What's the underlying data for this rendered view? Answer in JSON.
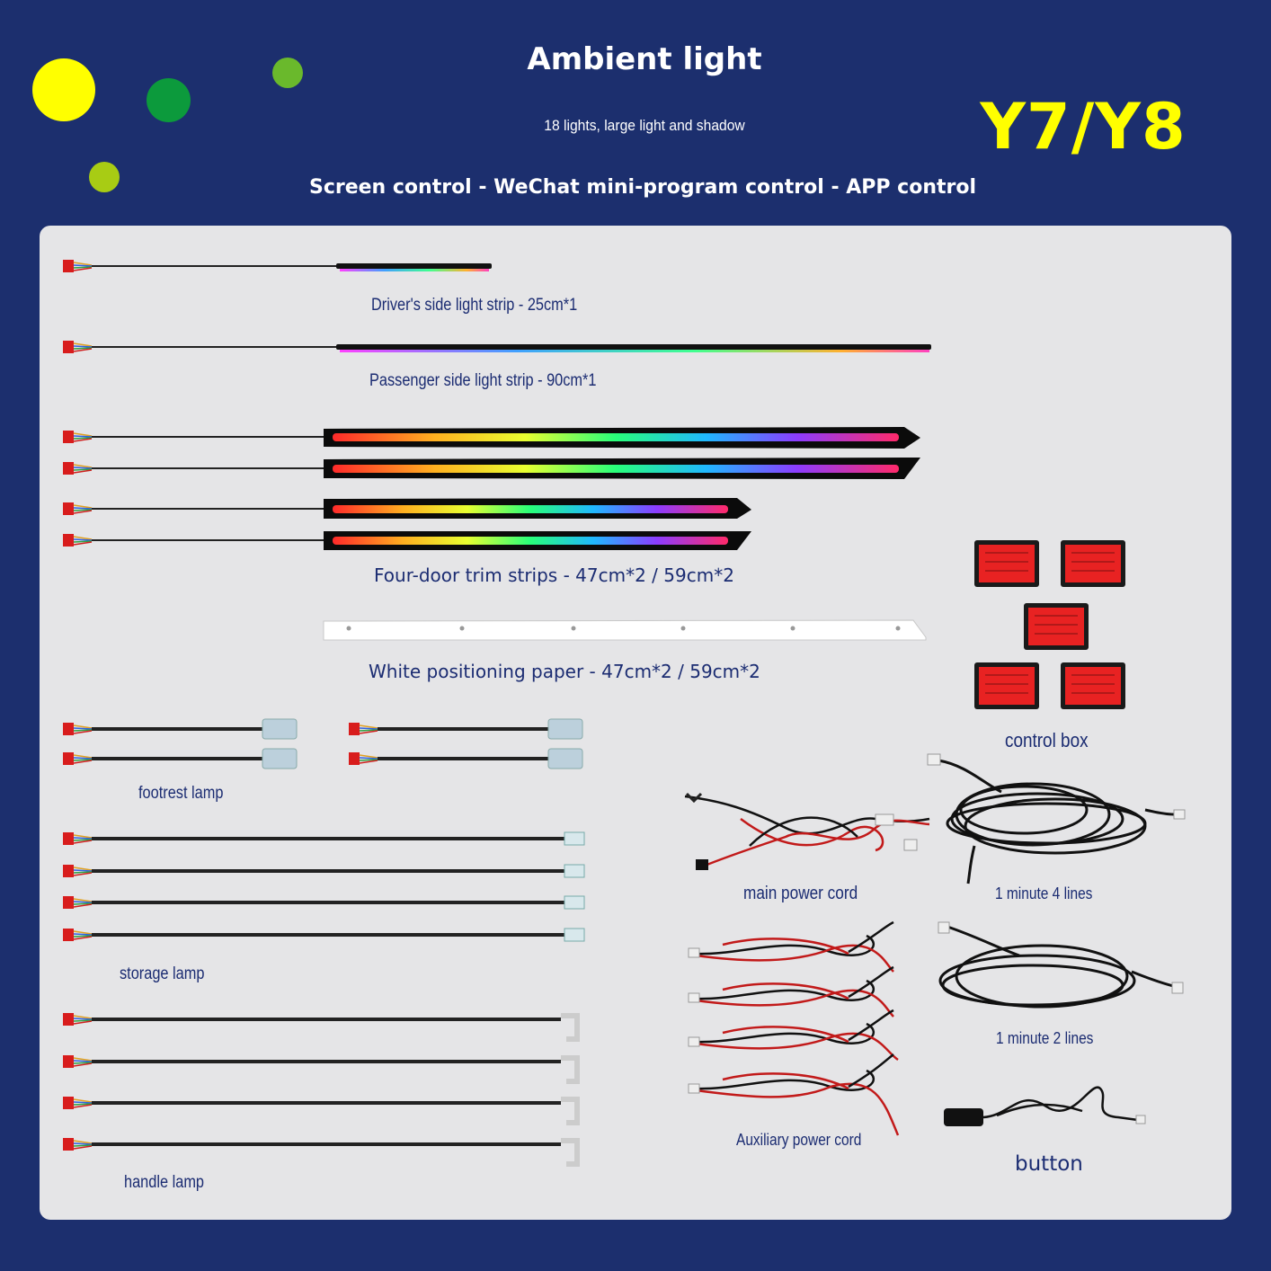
{
  "header": {
    "title": "Ambient light",
    "subtitle": "18 lights, large light and shadow",
    "control_line": "Screen control - WeChat mini-program control - APP control",
    "model": "Y7/Y8"
  },
  "colors": {
    "background": "#1c2f6e",
    "panel": "#e5e5e7",
    "label_text": "#1b2c72",
    "model_text": "#ffff00",
    "dot_yellow": "#ffff00",
    "dot_green": "#0c9a3c",
    "dot_light_green": "#6ab92c",
    "dot_lime": "#a8cc14",
    "connector_red": "#d81c1c",
    "control_box_red": "#e82222"
  },
  "labels": {
    "driver_strip": "Driver's side light strip - 25cm*1",
    "passenger_strip": "Passenger side light strip - 90cm*1",
    "door_trim": "Four-door trim strips - 47cm*2 / 59cm*2",
    "positioning_paper": "White positioning paper - 47cm*2 / 59cm*2",
    "control_box": "control box",
    "footrest_lamp": "footrest lamp",
    "storage_lamp": "storage lamp",
    "handle_lamp": "handle lamp",
    "main_power_cord": "main power cord",
    "four_lines": "1 minute 4 lines",
    "two_lines": "1 minute 2 lines",
    "auxiliary_power_cord": "Auxiliary power cord",
    "button": "button"
  }
}
